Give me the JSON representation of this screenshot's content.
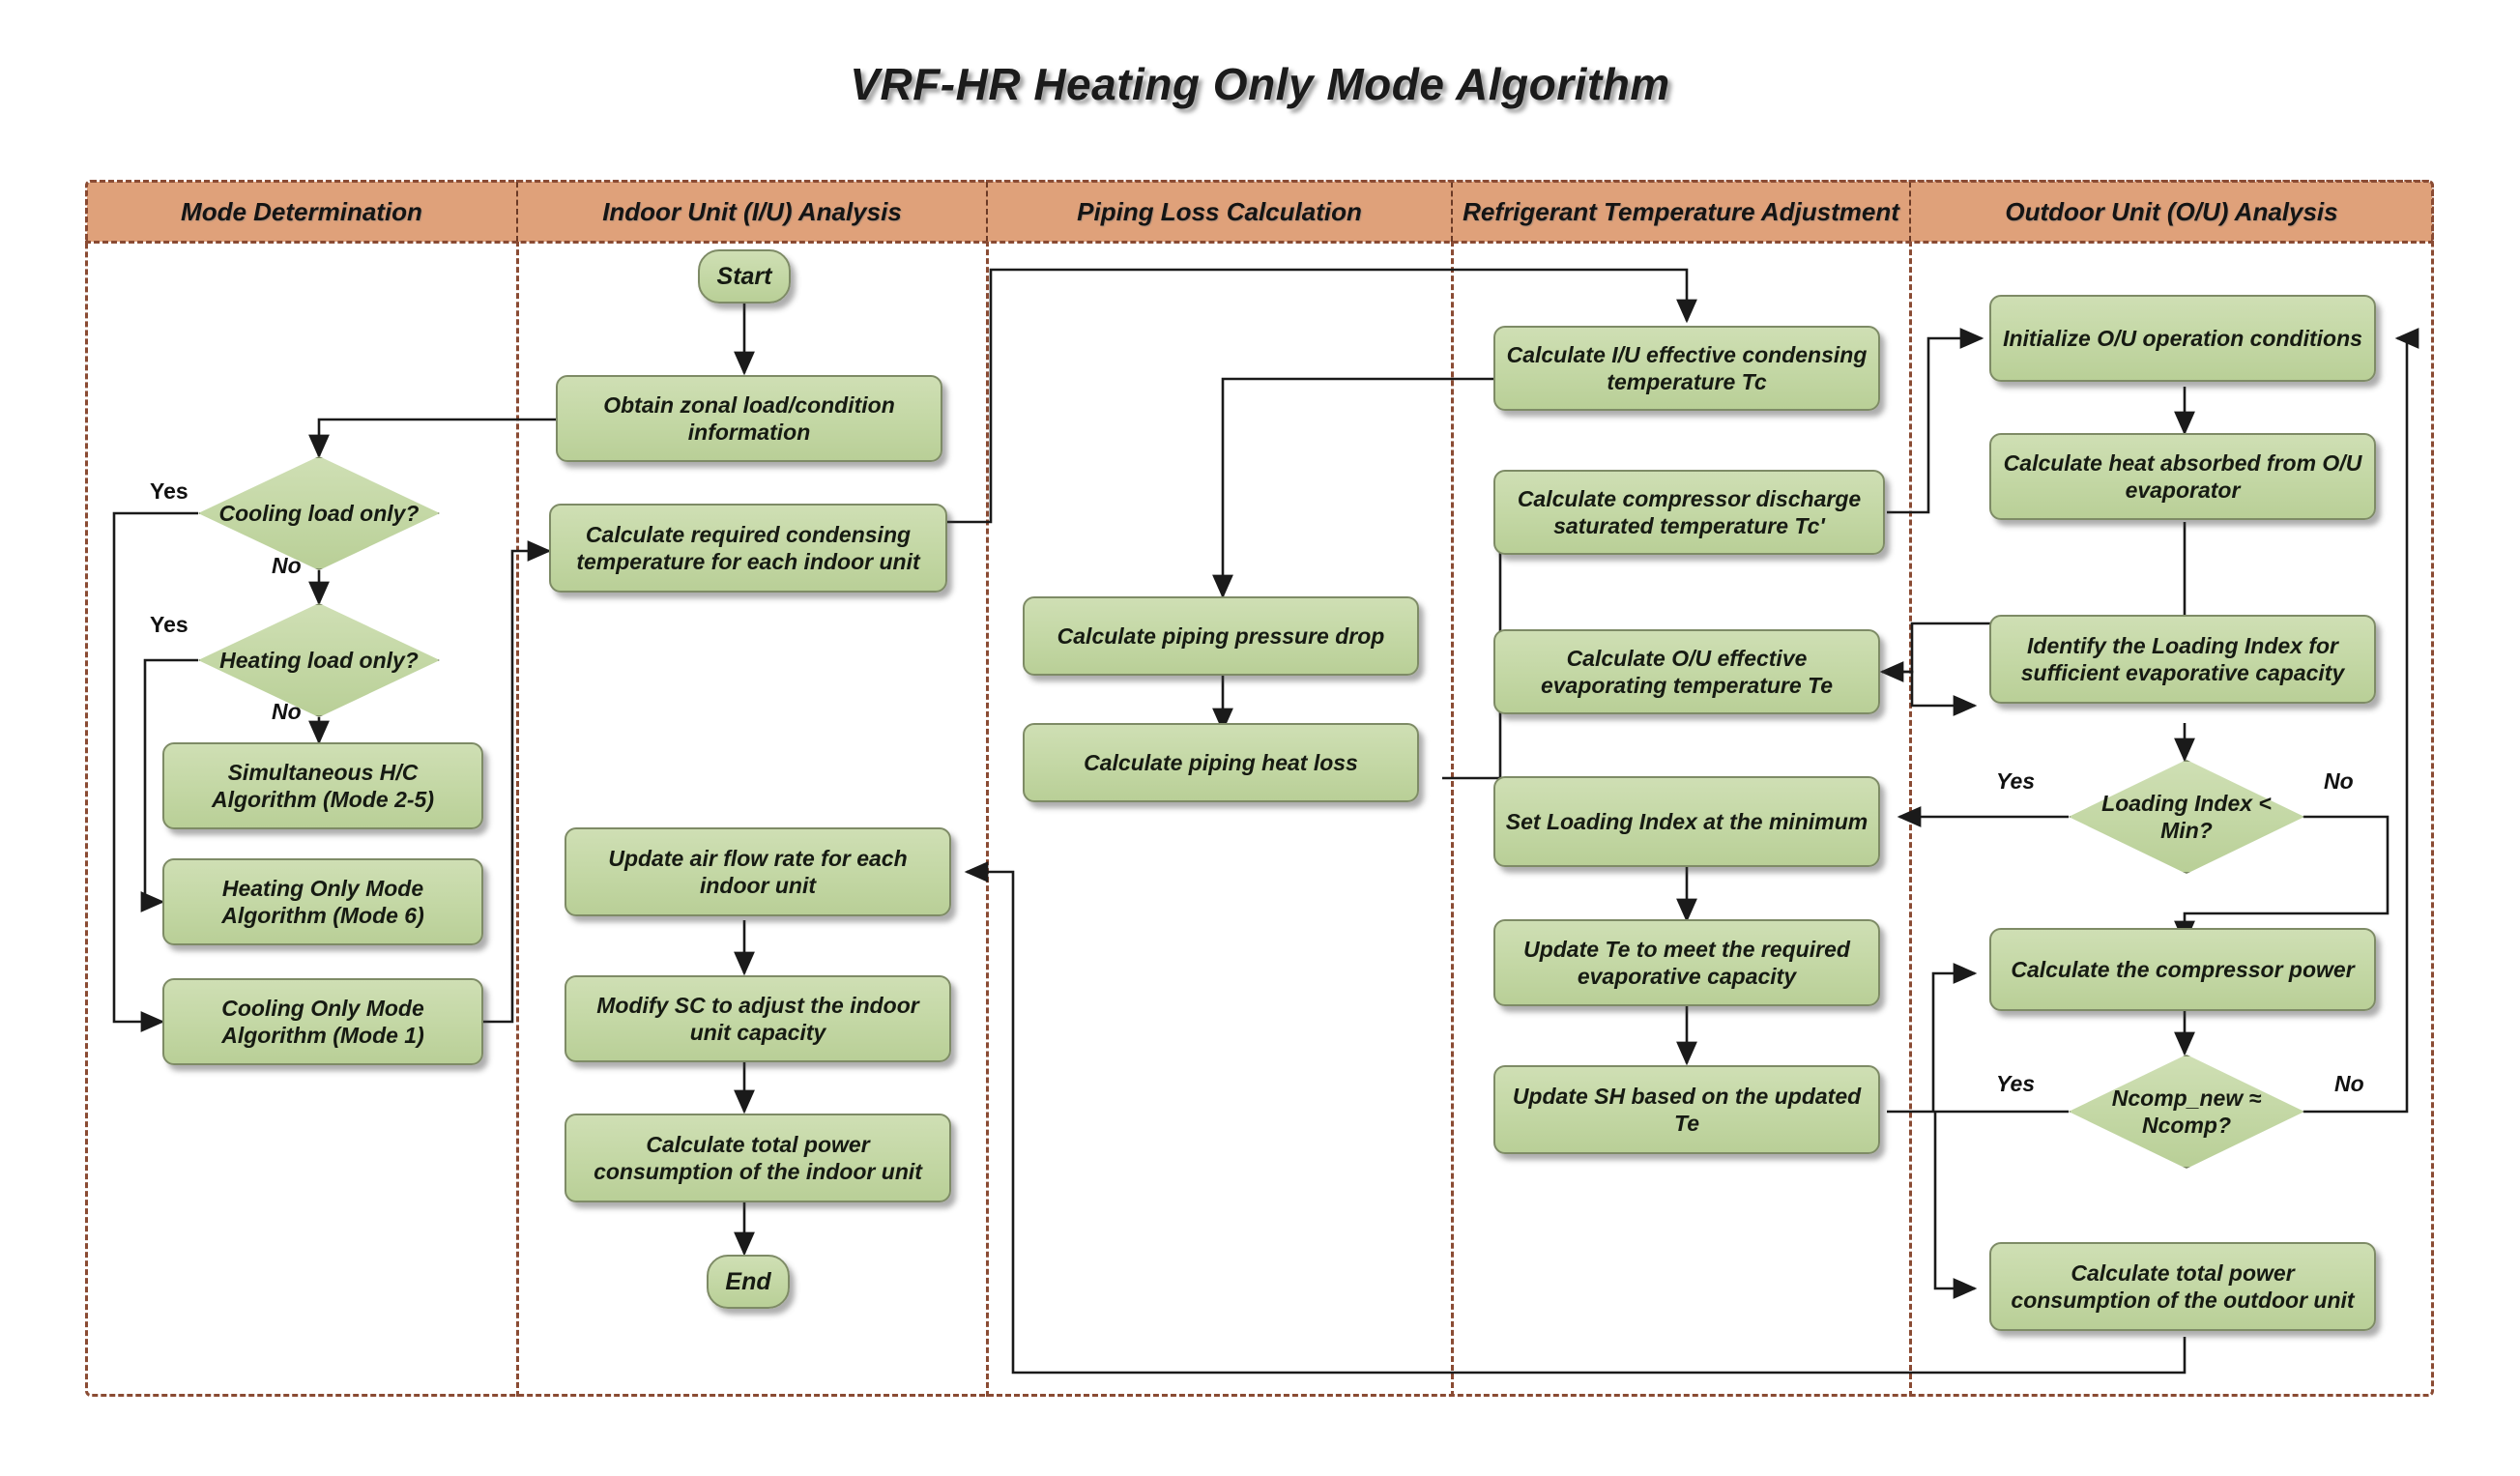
{
  "title": "VRF-HR Heating Only Mode Algorithm",
  "lanes": [
    {
      "id": "mode-determination",
      "label": "Mode Determination"
    },
    {
      "id": "indoor-unit",
      "label": "Indoor Unit (I/U) Analysis"
    },
    {
      "id": "piping-loss",
      "label": "Piping Loss Calculation"
    },
    {
      "id": "refrigerant-temp",
      "label": "Refrigerant Temperature Adjustment"
    },
    {
      "id": "outdoor-unit",
      "label": "Outdoor Unit (O/U) Analysis"
    }
  ],
  "colors": {
    "lane_header_fill": "#dfa17a",
    "lane_border": "#8a4b33",
    "node_fill": "#c3d7a4",
    "node_border": "#7e8b66",
    "text": "#161a12",
    "connector": "#1a1a1a",
    "background": "#ffffff"
  },
  "nodes": {
    "start": {
      "text": "Start",
      "shape": "terminator",
      "lane": "indoor-unit"
    },
    "end": {
      "text": "End",
      "shape": "terminator",
      "lane": "indoor-unit"
    },
    "obtain_zonal": {
      "text": "Obtain zonal load/condition information",
      "shape": "process",
      "lane": "indoor-unit"
    },
    "calc_required_tc": {
      "text": "Calculate required condensing temperature for each indoor unit",
      "shape": "process",
      "lane": "indoor-unit"
    },
    "update_airflow": {
      "text": "Update air flow rate for each indoor unit",
      "shape": "process",
      "lane": "indoor-unit"
    },
    "modify_sc": {
      "text": "Modify SC to adjust the indoor unit capacity",
      "shape": "process",
      "lane": "indoor-unit"
    },
    "iu_total_power": {
      "text": "Calculate total power consumption of the indoor unit",
      "shape": "process",
      "lane": "indoor-unit"
    },
    "cooling_only_q": {
      "text": "Cooling load only?",
      "shape": "decision",
      "lane": "mode-determination"
    },
    "heating_only_q": {
      "text": "Heating load only?",
      "shape": "decision",
      "lane": "mode-determination"
    },
    "simultaneous_hc": {
      "text": "Simultaneous H/C Algorithm (Mode 2-5)",
      "shape": "process",
      "lane": "mode-determination"
    },
    "heating_only_mode": {
      "text": "Heating Only Mode Algorithm (Mode 6)",
      "shape": "process",
      "lane": "mode-determination"
    },
    "cooling_only_mode": {
      "text": "Cooling Only Mode Algorithm (Mode 1)",
      "shape": "process",
      "lane": "mode-determination"
    },
    "piping_pressure": {
      "text": "Calculate piping pressure drop",
      "shape": "process",
      "lane": "piping-loss"
    },
    "piping_heat_loss": {
      "text": "Calculate piping  heat loss",
      "shape": "process",
      "lane": "piping-loss"
    },
    "iu_eff_tc": {
      "text": "Calculate I/U effective condensing temperature Tc",
      "shape": "process",
      "lane": "refrigerant-temp"
    },
    "comp_discharge": {
      "text": "Calculate compressor discharge saturated temperature Tc'",
      "shape": "process",
      "lane": "refrigerant-temp"
    },
    "ou_eff_te": {
      "text": "Calculate O/U effective evaporating temperature Te",
      "shape": "process",
      "lane": "refrigerant-temp"
    },
    "set_li_min": {
      "text": "Set Loading Index at the minimum",
      "shape": "process",
      "lane": "refrigerant-temp"
    },
    "update_te": {
      "text": "Update Te to meet the required evaporative capacity",
      "shape": "process",
      "lane": "refrigerant-temp"
    },
    "update_sh": {
      "text": "Update SH based on the updated Te",
      "shape": "process",
      "lane": "refrigerant-temp"
    },
    "init_ou": {
      "text": "Initialize O/U operation conditions",
      "shape": "process",
      "lane": "outdoor-unit"
    },
    "heat_absorbed": {
      "text": "Calculate heat absorbed from O/U evaporator",
      "shape": "process",
      "lane": "outdoor-unit"
    },
    "identify_li": {
      "text": "Identify the Loading Index for sufficient evaporative capacity",
      "shape": "process",
      "lane": "outdoor-unit"
    },
    "li_min_q": {
      "text": "Loading Index < Min?",
      "shape": "decision",
      "lane": "outdoor-unit"
    },
    "comp_power": {
      "text": "Calculate the compressor power",
      "shape": "process",
      "lane": "outdoor-unit"
    },
    "ncomp_q": {
      "text": "Ncomp_new ≈  Ncomp?",
      "shape": "decision",
      "lane": "outdoor-unit"
    },
    "ou_total_power": {
      "text": "Calculate total power consumption of the outdoor unit",
      "shape": "process",
      "lane": "outdoor-unit"
    }
  },
  "edge_labels": {
    "cooling_yes": "Yes",
    "cooling_no": "No",
    "heating_yes": "Yes",
    "heating_no": "No",
    "li_yes": "Yes",
    "li_no": "No",
    "ncomp_yes": "Yes",
    "ncomp_no": "No"
  }
}
